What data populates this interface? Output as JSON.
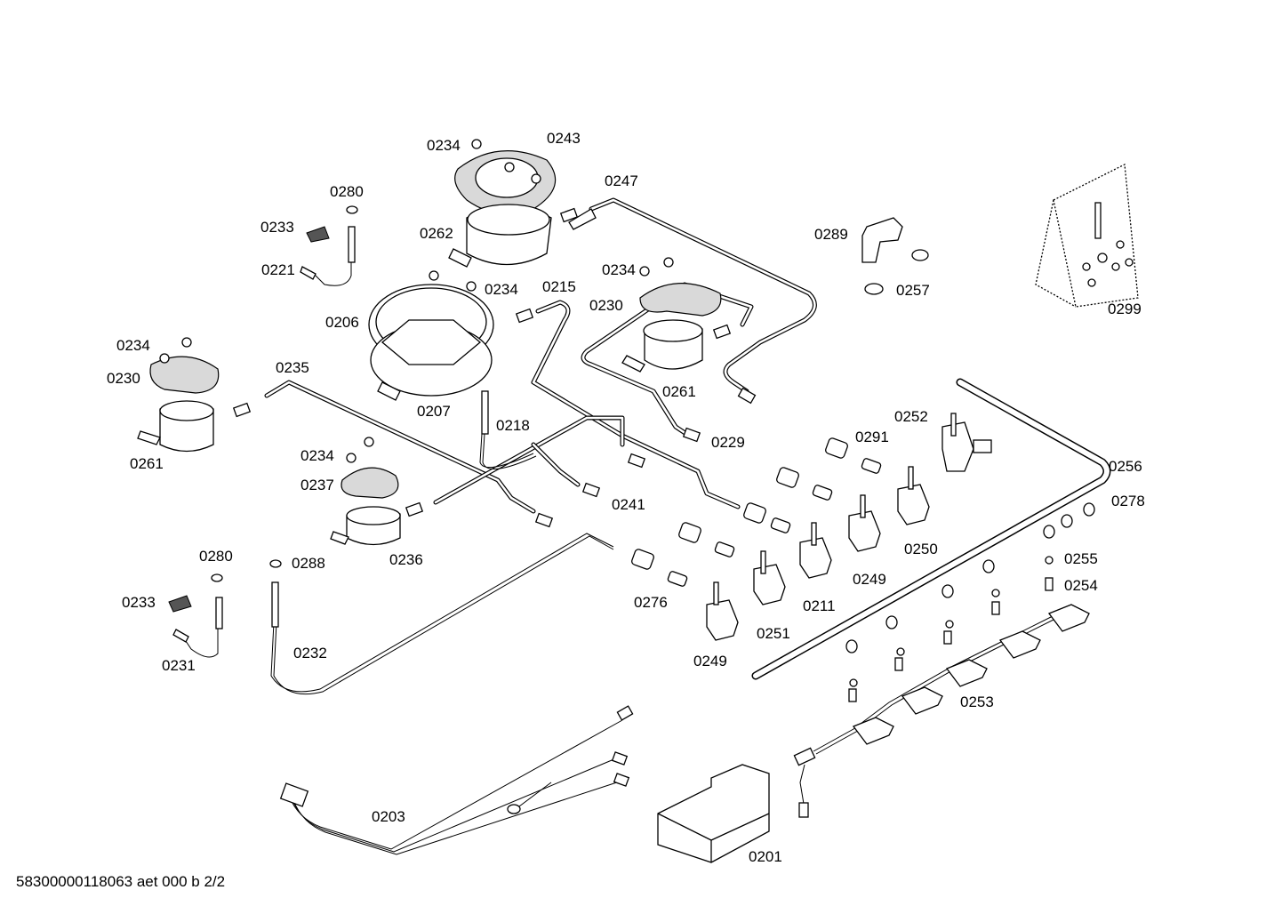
{
  "diagram": {
    "labels": {
      "l0234a": "0234",
      "l0243": "0243",
      "l0280a": "0280",
      "l0247": "0247",
      "l0233a": "0233",
      "l0262": "0262",
      "l0289": "0289",
      "l0221": "0221",
      "l0234b": "0234",
      "l0234c": "0234",
      "l0215": "0215",
      "l0257": "0257",
      "l0206": "0206",
      "l0230a": "0230",
      "l0299": "0299",
      "l0234d": "0234",
      "l0230b": "0230",
      "l0235": "0235",
      "l0261a": "0261",
      "l0207": "0207",
      "l0252": "0252",
      "l0218": "0218",
      "l0291": "0291",
      "l0229": "0229",
      "l0261b": "0261",
      "l0234e": "0234",
      "l0256": "0256",
      "l0237": "0237",
      "l0241": "0241",
      "l0278": "0278",
      "l0250": "0250",
      "l0236": "0236",
      "l0255": "0255",
      "l0280b": "0280",
      "l0288": "0288",
      "l0249a": "0249",
      "l0254": "0254",
      "l0233b": "0233",
      "l0276": "0276",
      "l0211": "0211",
      "l0251": "0251",
      "l0232": "0232",
      "l0231": "0231",
      "l0249b": "0249",
      "l0253": "0253",
      "l0203": "0203",
      "l0201": "0201"
    },
    "footer": "58300000118063 aet 000 b 2/2"
  }
}
